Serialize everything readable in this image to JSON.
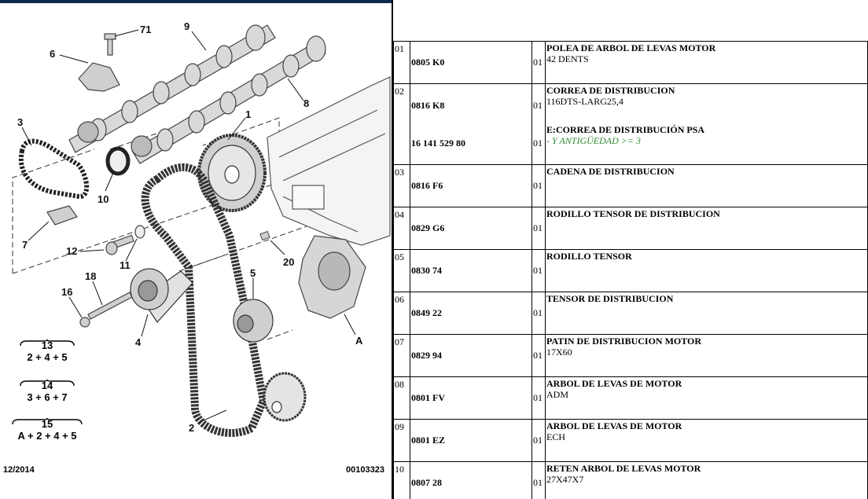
{
  "diagram": {
    "callouts": [
      "71",
      "9",
      "6",
      "8",
      "3",
      "1",
      "10",
      "7",
      "12",
      "11",
      "20",
      "18",
      "5",
      "16",
      "4",
      "A",
      "2"
    ],
    "formulas": [
      {
        "number": "13",
        "expression": "2 + 4 + 5"
      },
      {
        "number": "14",
        "expression": "3 + 6 + 7"
      },
      {
        "number": "15",
        "expression": "A + 2 + 4 + 5"
      }
    ],
    "date": "12/2014",
    "reference": "00103323"
  },
  "parts_table": {
    "rows": [
      {
        "index": "01",
        "codes": [
          "0805 K0"
        ],
        "quantities": [
          "01"
        ],
        "title": "POLEA DE ARBOL DE LEVAS MOTOR",
        "detail": "42 DENTS"
      },
      {
        "index": "02",
        "codes": [
          "0816 K8",
          "16 141 529 80"
        ],
        "quantities": [
          "01",
          "01"
        ],
        "title": "CORREA DE DISTRIBUCION",
        "detail": "116DTS-LARG25,4",
        "title2": "E:CORREA DE DISTRIBUCIÓN PSA",
        "note": "- Y ANTIGÜEDAD >= 3"
      },
      {
        "index": "03",
        "codes": [
          "0816 F6"
        ],
        "quantities": [
          "01"
        ],
        "title": "CADENA DE DISTRIBUCION",
        "detail": ""
      },
      {
        "index": "04",
        "codes": [
          "0829 G6"
        ],
        "quantities": [
          "01"
        ],
        "title": "RODILLO TENSOR DE DISTRIBUCION",
        "detail": ""
      },
      {
        "index": "05",
        "codes": [
          "0830 74"
        ],
        "quantities": [
          "01"
        ],
        "title": "RODILLO TENSOR",
        "detail": ""
      },
      {
        "index": "06",
        "codes": [
          "0849 22"
        ],
        "quantities": [
          "01"
        ],
        "title": "TENSOR DE DISTRIBUCION",
        "detail": ""
      },
      {
        "index": "07",
        "codes": [
          "0829 94"
        ],
        "quantities": [
          "01"
        ],
        "title": "PATIN DE DISTRIBUCION MOTOR",
        "detail": "17X60"
      },
      {
        "index": "08",
        "codes": [
          "0801 FV"
        ],
        "quantities": [
          "01"
        ],
        "title": "ARBOL DE LEVAS DE MOTOR",
        "detail": "ADM"
      },
      {
        "index": "09",
        "codes": [
          "0801 EZ"
        ],
        "quantities": [
          "01"
        ],
        "title": "ARBOL DE LEVAS DE MOTOR",
        "detail": "ECH"
      },
      {
        "index": "10",
        "codes": [
          "0807 28"
        ],
        "quantities": [
          "01"
        ],
        "title": "RETEN ARBOL DE LEVAS MOTOR",
        "detail": "27X47X7"
      }
    ]
  },
  "colors": {
    "header_bar": "#0d2a4a",
    "note_green": "#2e8b2e"
  }
}
